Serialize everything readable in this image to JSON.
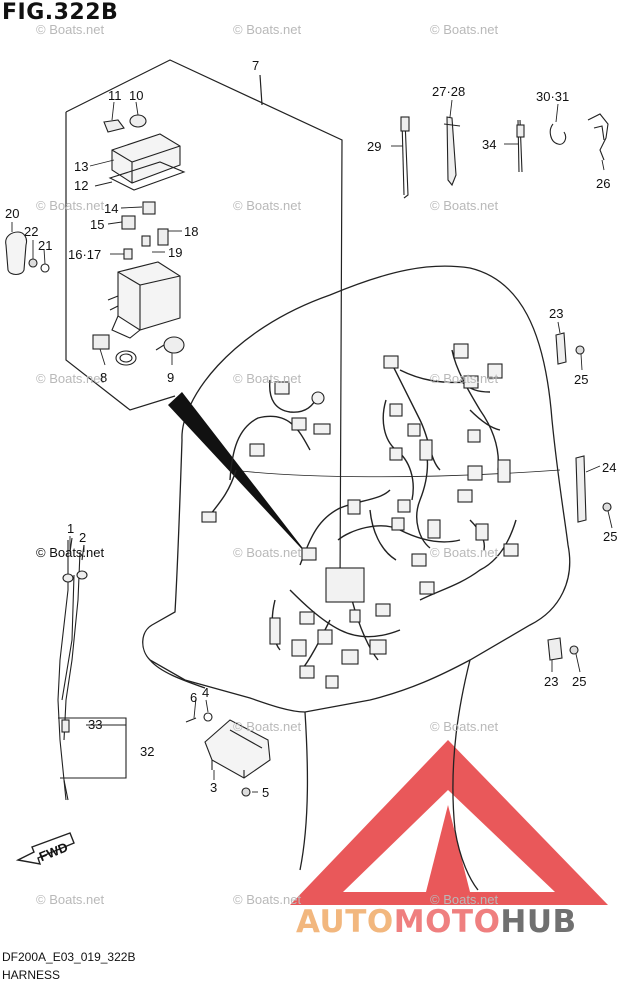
{
  "figure": {
    "title": "FIG.322B",
    "code": "DF200A_E03_019_322B",
    "name": "HARNESS"
  },
  "watermark": {
    "text": "© Boats.net",
    "brand_part1": "AUTO",
    "brand_part2": "MOTO",
    "brand_part3": "HUB",
    "brand_colors": [
      "#f2b77e",
      "#ef7f7f",
      "#707070"
    ]
  },
  "callouts": {
    "c1": "1",
    "c2": "2",
    "c3": "3",
    "c4": "4",
    "c5": "5",
    "c6": "6",
    "c7": "7",
    "c8": "8",
    "c9": "9",
    "c10": "10",
    "c11": "11",
    "c12": "12",
    "c13": "13",
    "c14": "14",
    "c15": "15",
    "c1617": "16·17",
    "c18": "18",
    "c19": "19",
    "c20": "20",
    "c21": "21",
    "c22": "22",
    "c23a": "23",
    "c23b": "23",
    "c24": "24",
    "c25a": "25",
    "c25b": "25",
    "c25c": "25",
    "c26": "26",
    "c2728": "27·28",
    "c29": "29",
    "c3031": "30·31",
    "c32": "32",
    "c33": "33",
    "c34": "34"
  },
  "fwd_label": "FWD"
}
